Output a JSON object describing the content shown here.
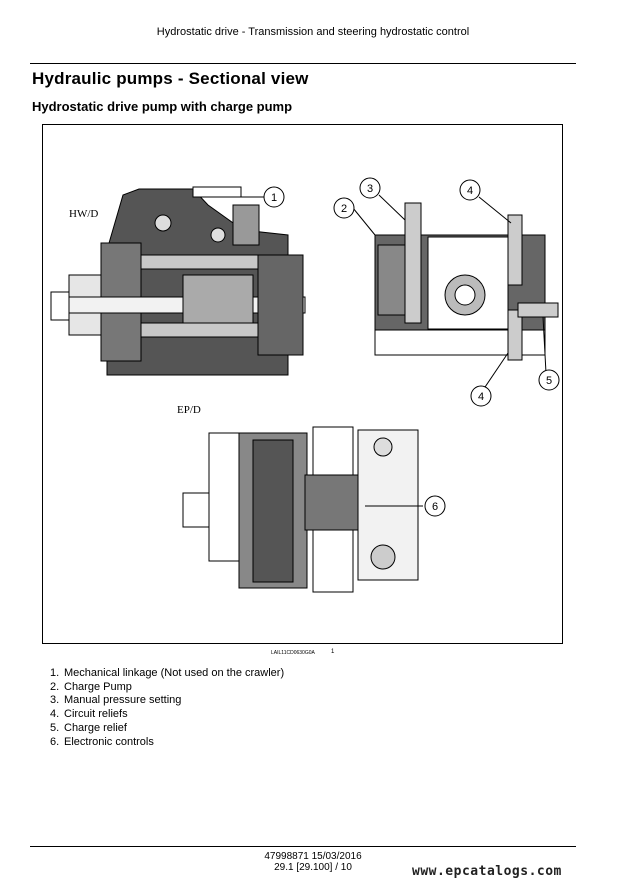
{
  "header": {
    "text": "Hydrostatic drive - Transmission and steering hydrostatic control"
  },
  "title": "Hydraulic pumps - Sectional view",
  "subtitle": "Hydrostatic drive pump with charge pump",
  "figure": {
    "view_labels": {
      "hwd": "HW/D",
      "epd": "EP/D"
    },
    "callouts": [
      "1",
      "2",
      "3",
      "4",
      "4",
      "5",
      "6"
    ],
    "reference_code": "LAIL11CD0630G0A",
    "figure_number": "1"
  },
  "legend": [
    {
      "num": "1.",
      "text": "Mechanical linkage (Not used on the crawler)"
    },
    {
      "num": "2.",
      "text": "Charge Pump"
    },
    {
      "num": "3.",
      "text": "Manual pressure setting"
    },
    {
      "num": "4.",
      "text": "Circuit reliefs"
    },
    {
      "num": "5.",
      "text": "Charge relief"
    },
    {
      "num": "6.",
      "text": "Electronic controls"
    }
  ],
  "footer": {
    "doc_date": "47998871 15/03/2016",
    "page": "29.1 [29.100] / 10"
  },
  "watermark": "www.epcatalogs.com"
}
